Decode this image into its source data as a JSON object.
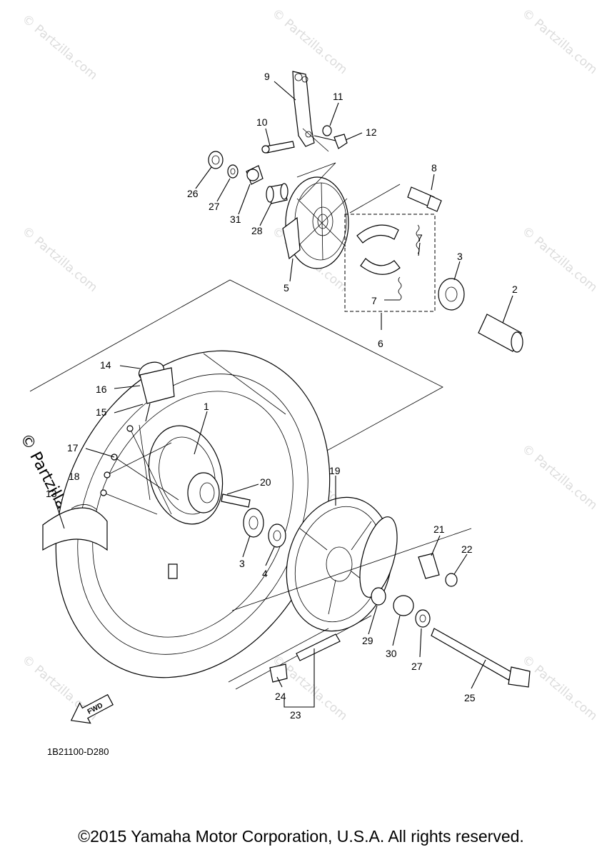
{
  "diagram": {
    "callouts": [
      {
        "id": "c1",
        "label": "1"
      },
      {
        "id": "c2",
        "label": "2"
      },
      {
        "id": "c3a",
        "label": "3"
      },
      {
        "id": "c3b",
        "label": "3"
      },
      {
        "id": "c4",
        "label": "4"
      },
      {
        "id": "c5",
        "label": "5"
      },
      {
        "id": "c6",
        "label": "6"
      },
      {
        "id": "c7a",
        "label": "7"
      },
      {
        "id": "c7b",
        "label": "7"
      },
      {
        "id": "c8",
        "label": "8"
      },
      {
        "id": "c9",
        "label": "9"
      },
      {
        "id": "c10",
        "label": "10"
      },
      {
        "id": "c11",
        "label": "11"
      },
      {
        "id": "c12",
        "label": "12"
      },
      {
        "id": "c13",
        "label": "13"
      },
      {
        "id": "c14",
        "label": "14"
      },
      {
        "id": "c15",
        "label": "15"
      },
      {
        "id": "c16",
        "label": "16"
      },
      {
        "id": "c17",
        "label": "17"
      },
      {
        "id": "c18",
        "label": "18"
      },
      {
        "id": "c19",
        "label": "19"
      },
      {
        "id": "c20",
        "label": "20"
      },
      {
        "id": "c21",
        "label": "21"
      },
      {
        "id": "c22",
        "label": "22"
      },
      {
        "id": "c23",
        "label": "23"
      },
      {
        "id": "c24",
        "label": "24"
      },
      {
        "id": "c25",
        "label": "25"
      },
      {
        "id": "c26",
        "label": "26"
      },
      {
        "id": "c27a",
        "label": "27"
      },
      {
        "id": "c27b",
        "label": "27"
      },
      {
        "id": "c28",
        "label": "28"
      },
      {
        "id": "c29",
        "label": "29"
      },
      {
        "id": "c30",
        "label": "30"
      },
      {
        "id": "c31",
        "label": "31"
      }
    ],
    "diagram_code": "1B21100-D280",
    "fwd_label": "FWD"
  },
  "watermark": {
    "text": "© Partzilla.com",
    "side_text": "© Partzilla.com"
  },
  "footer": {
    "copyright": "©2015 Yamaha Motor Corporation, U.S.A. All rights reserved."
  }
}
